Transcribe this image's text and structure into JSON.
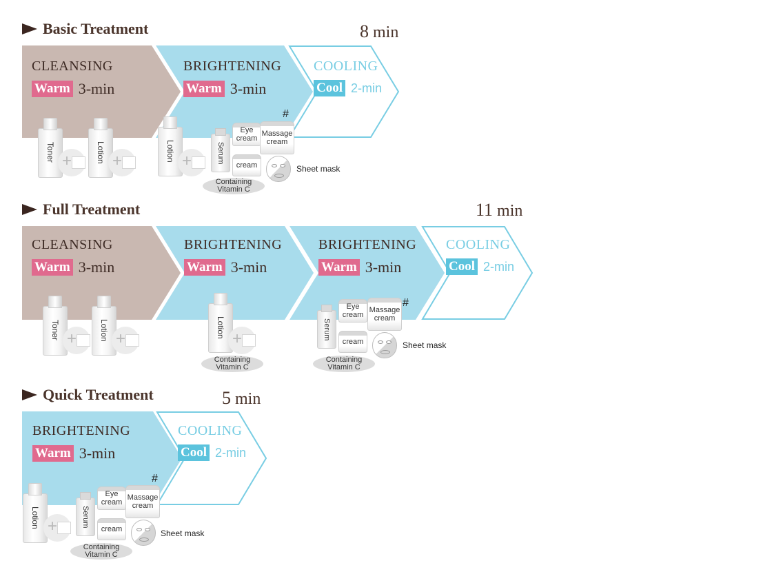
{
  "basic": {
    "title": "Basic Treatment",
    "duration_num": "8",
    "duration_unit": " min",
    "stages": [
      {
        "name": "CLEANSING",
        "badge": "Warm",
        "time": "3-min"
      },
      {
        "name": "BRIGHTENING",
        "badge": "Warm",
        "time": "3-min"
      },
      {
        "name": "COOLING",
        "badge": "Cool",
        "time": "2-min"
      }
    ]
  },
  "full": {
    "title": "Full Treatment",
    "duration_num": "11",
    "duration_unit": " min",
    "stages": [
      {
        "name": "CLEANSING",
        "badge": "Warm",
        "time": "3-min"
      },
      {
        "name": "BRIGHTENING",
        "badge": "Warm",
        "time": "3-min"
      },
      {
        "name": "BRIGHTENING",
        "badge": "Warm",
        "time": "3-min"
      },
      {
        "name": "COOLING",
        "badge": "Cool",
        "time": "2-min"
      }
    ]
  },
  "quick": {
    "title": "Quick Treatment",
    "duration_num": "5",
    "duration_unit": " min",
    "stages": [
      {
        "name": "BRIGHTENING",
        "badge": "Warm",
        "time": "3-min"
      },
      {
        "name": "COOLING",
        "badge": "Cool",
        "time": "2-min"
      }
    ]
  },
  "products": {
    "toner": "Toner",
    "lotion": "Lotion",
    "serum": "Serum",
    "eye_cream": "Eye cream",
    "massage_cream": "Massage cream",
    "cream": "cream",
    "sheet_mask": "Sheet mask",
    "vitamin_c": "Containing Vitamin C",
    "hash": "#"
  },
  "colors": {
    "cleansing": "#c9b8b1",
    "brightening": "#a8dcec",
    "cooling_stroke": "#78cde3",
    "warm_badge": "#e06a8e",
    "cool_badge": "#5bc3dd",
    "text_dark": "#4a342b"
  }
}
